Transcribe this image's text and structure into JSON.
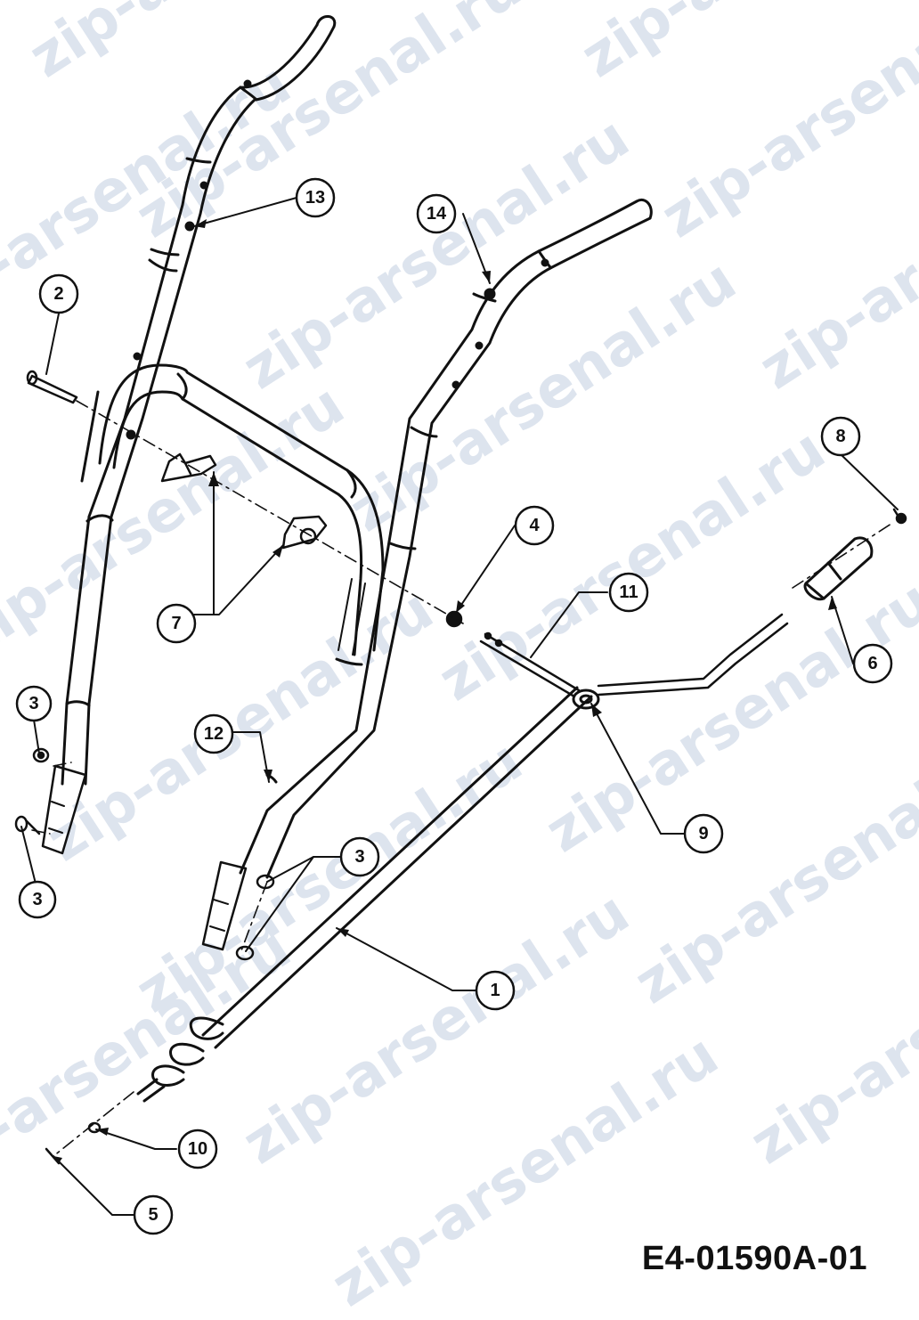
{
  "diagram_code": "E4-01590A-01",
  "watermark": "zip-arsenal.ru",
  "callouts": [
    {
      "id": "c13",
      "label": "13"
    },
    {
      "id": "c14",
      "label": "14"
    },
    {
      "id": "c2",
      "label": "2"
    },
    {
      "id": "c8",
      "label": "8"
    },
    {
      "id": "c4",
      "label": "4"
    },
    {
      "id": "c11",
      "label": "11"
    },
    {
      "id": "c7",
      "label": "7"
    },
    {
      "id": "c6",
      "label": "6"
    },
    {
      "id": "c3a",
      "label": "3"
    },
    {
      "id": "c12",
      "label": "12"
    },
    {
      "id": "c9",
      "label": "9"
    },
    {
      "id": "c3b",
      "label": "3"
    },
    {
      "id": "c3c",
      "label": "3"
    },
    {
      "id": "c1",
      "label": "1"
    },
    {
      "id": "c10",
      "label": "10"
    },
    {
      "id": "c5",
      "label": "5"
    }
  ]
}
